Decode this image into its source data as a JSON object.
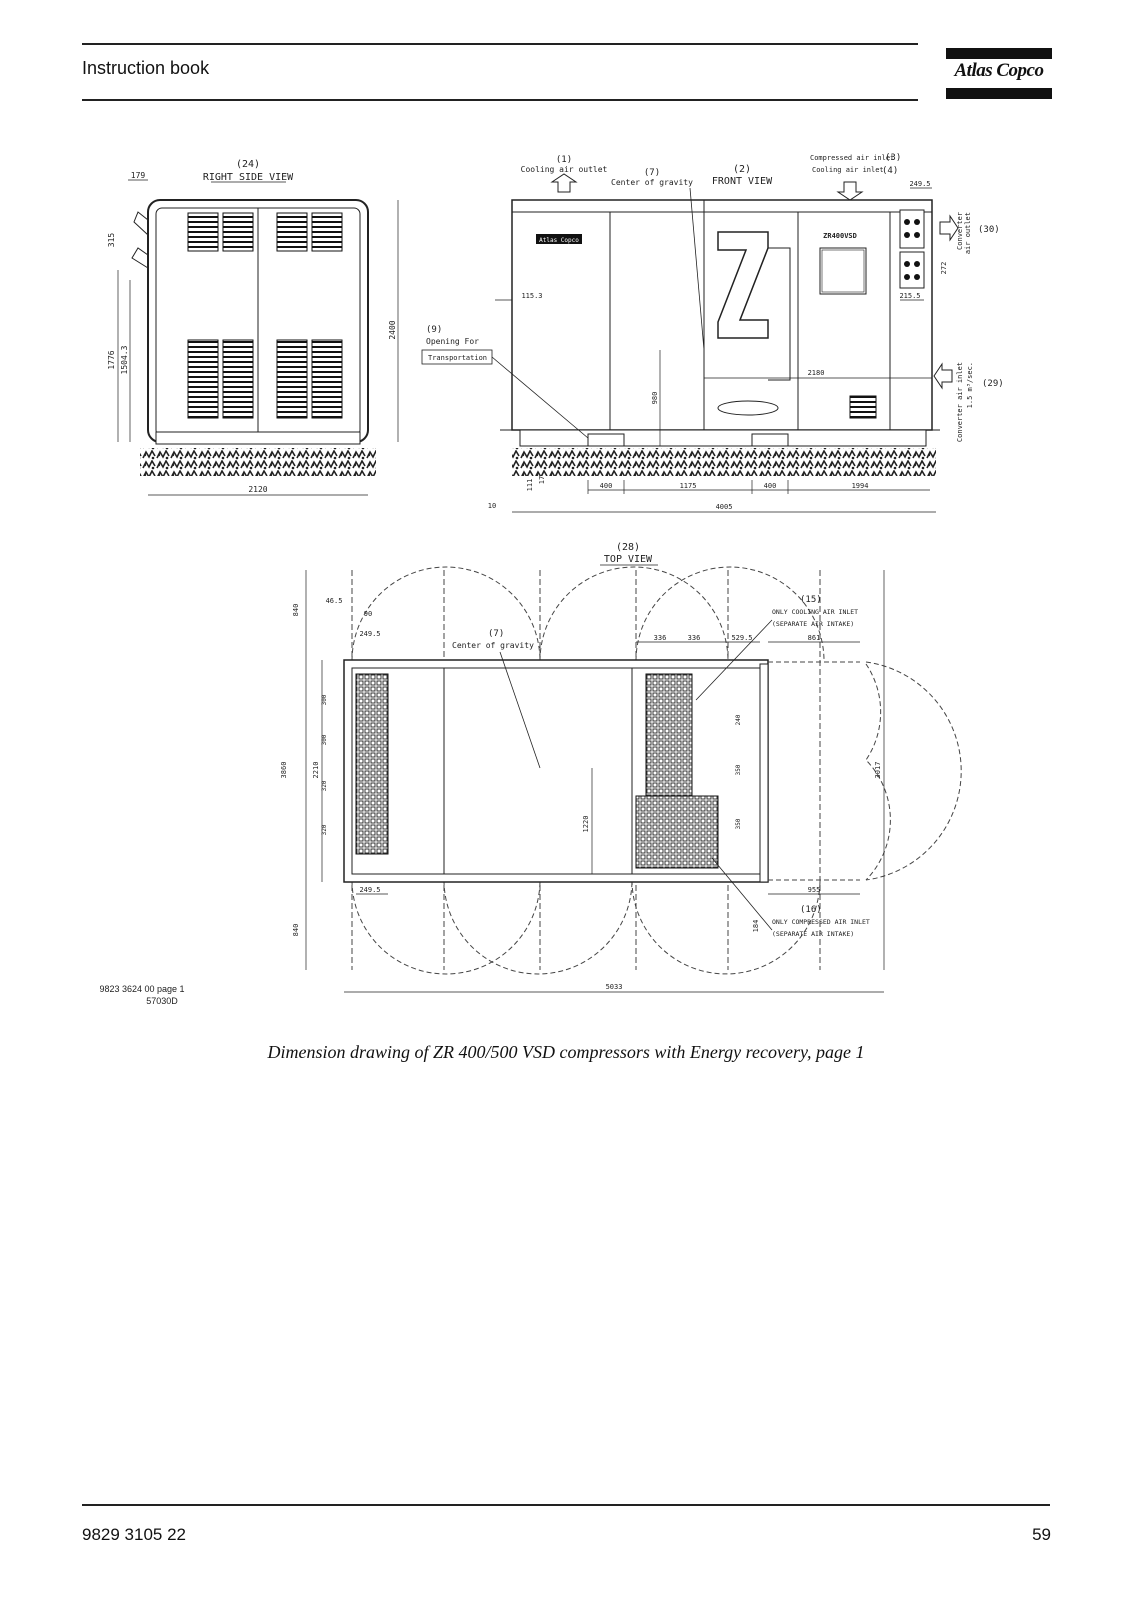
{
  "header": {
    "title": "Instruction book",
    "logo_text": "Atlas Copco"
  },
  "drawing": {
    "right_side": {
      "ref": "(24)",
      "name": "RIGHT SIDE VIEW",
      "dims": [
        "179",
        "315",
        "1776",
        "1504.3",
        "2400",
        "2120"
      ]
    },
    "front": {
      "ref": "(2)",
      "name": "FRONT VIEW",
      "cooling_outlet_ref": "(1)",
      "cooling_outlet": "Cooling air outlet",
      "cog_ref": "(7)",
      "cog": "Center of gravity",
      "comp_inlet": "Compressed air inlet",
      "comp_inlet_ref": "(3)",
      "cool_inlet": "Cooling air inlet",
      "cool_inlet_ref": "(4)",
      "transport_ref": "(9)",
      "transport1": "Opening For",
      "transport2": "Transportation",
      "conv_outlet1": "Converter",
      "conv_outlet2": "air outlet",
      "conv_outlet_ref": "(30)",
      "conv_inlet1": "Converter air inlet",
      "conv_inlet2": "1.5 m³/sec.",
      "conv_inlet_ref": "(29)",
      "model": "ZR400VSD",
      "dims": [
        "249.5",
        "272",
        "215.5",
        "115.3",
        "2180",
        "980",
        "111",
        "17",
        "400",
        "1175",
        "400",
        "1994",
        "10",
        "4005"
      ]
    },
    "top": {
      "ref": "(28)",
      "name": "TOP VIEW",
      "cog_ref": "(7)",
      "cog": "Center of gravity",
      "air15_ref": "(15)",
      "air15a": "ONLY COOLING AIR INLET",
      "air15b": "(SEPARATE AIR INTAKE)",
      "air16_ref": "(16)",
      "air16a": "ONLY COMPRESSED AIR INLET",
      "air16b": "(SEPARATE AIR INTAKE)",
      "dims": [
        "840",
        "46.5",
        "90",
        "249.5",
        "336",
        "336",
        "529.5",
        "861",
        "3860",
        "2210",
        "1220",
        "840",
        "249.5",
        "955",
        "184",
        "3017",
        "5033",
        "300",
        "300",
        "320",
        "320",
        "240",
        "350",
        "350"
      ]
    },
    "ref_line1": "9823 3624 00 page 1",
    "ref_line2": "57030D"
  },
  "caption": "Dimension drawing of ZR 400/500 VSD compressors with Energy recovery, page 1",
  "footer": {
    "doc_number": "9829 3105 22",
    "page_number": "59"
  }
}
